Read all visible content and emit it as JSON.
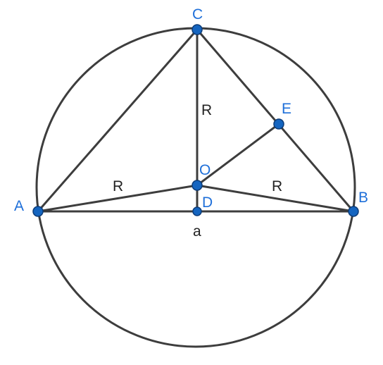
{
  "diagram": {
    "points": {
      "A": {
        "label": "A"
      },
      "B": {
        "label": "B"
      },
      "C": {
        "label": "C"
      },
      "D": {
        "label": "D"
      },
      "E": {
        "label": "E"
      },
      "O": {
        "label": "O"
      }
    },
    "segment_labels": {
      "OC": "R",
      "OA": "R",
      "OB": "R",
      "AB": "a"
    },
    "colors": {
      "point_fill": "#1565c0",
      "point_label": "#1e6fd9",
      "line": "#3d3d3d",
      "text": "#222222"
    }
  }
}
